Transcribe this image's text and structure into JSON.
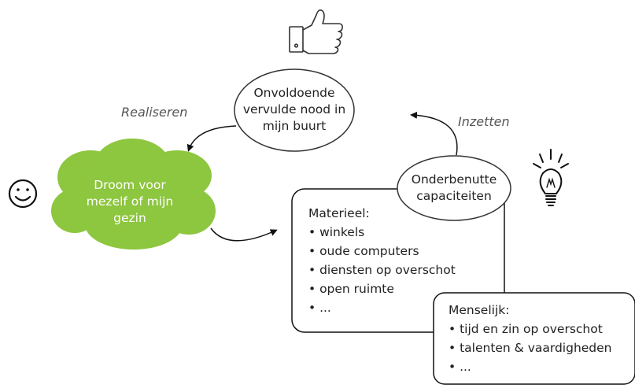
{
  "nodes": {
    "need": {
      "lines": [
        "Onvoldoende",
        "vervulde nood in",
        "mijn buurt"
      ]
    },
    "dream": {
      "lines": [
        "Droom voor",
        "mezelf of mijn",
        "gezin"
      ],
      "fill": "#8dc63f"
    },
    "capacities": {
      "lines": [
        "Onderbenutte",
        "capaciteiten"
      ]
    }
  },
  "edges": {
    "realize": {
      "label": "Realiseren"
    },
    "deploy": {
      "label": "Inzetten"
    }
  },
  "material": {
    "title": "Materieel:",
    "items": [
      "winkels",
      "oude computers",
      "diensten op overschot",
      "open ruimte",
      "..."
    ]
  },
  "human": {
    "title": "Menselijk:",
    "items": [
      "tijd en zin op overschot",
      "talenten & vaardigheden",
      "..."
    ]
  },
  "icons": [
    "thumbs-up-icon",
    "smiley-icon",
    "lightbulb-icon"
  ]
}
